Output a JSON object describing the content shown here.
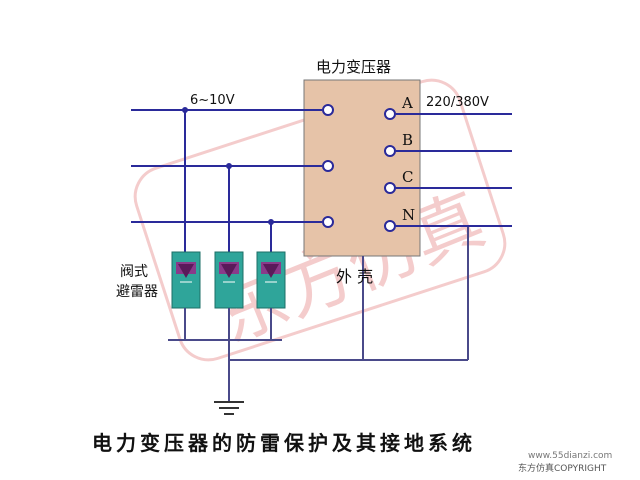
{
  "diagram": {
    "transformer_label": "电力变压器",
    "primary_voltage": "6~10V",
    "secondary_voltage": "220/380V",
    "terminals": [
      "A",
      "B",
      "C",
      "N"
    ],
    "shell_label": "外  壳",
    "arrester_label_line1": "阀式",
    "arrester_label_line2": "避雷器",
    "caption": "电力变压器的防雷保护及其接地系统",
    "watermark_url": "www.55dianzi.com",
    "watermark_copyright": "东方仿真COPYRIGHT",
    "stamp_text": "东方仿真",
    "colors": {
      "wire_blue": "#2a2a9a",
      "wire_ground": "#4a4a8a",
      "transformer_fill": "#e6c3a8",
      "arrester_teal": "#2fa59a",
      "arrester_purple": "#8a3a8a",
      "stamp_red": "#e07070"
    }
  }
}
